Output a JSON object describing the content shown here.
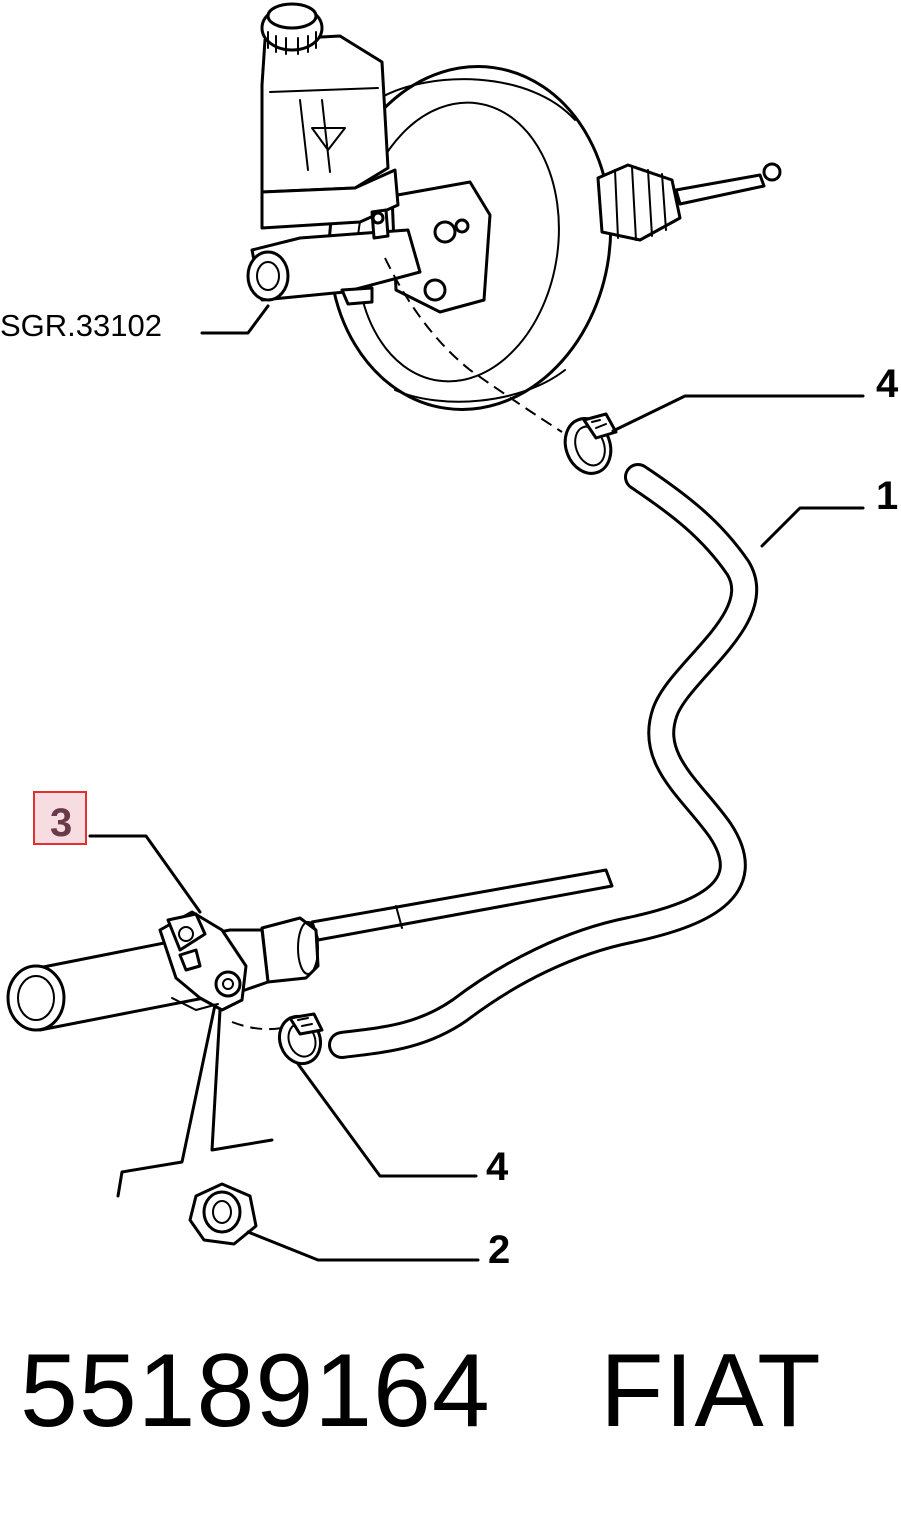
{
  "diagram": {
    "reference_label": "SGR.33102",
    "callouts": [
      {
        "id": "hose",
        "number": "1"
      },
      {
        "id": "nut",
        "number": "2"
      },
      {
        "id": "fitting",
        "number": "3",
        "highlighted": true
      },
      {
        "id": "clamp_top",
        "number": "4"
      },
      {
        "id": "clamp_bottom",
        "number": "4"
      }
    ],
    "highlight_color": "#e03030",
    "highlight_fill": "#f7dde2"
  },
  "footer": {
    "part_number": "55189164",
    "brand": "FIAT"
  }
}
